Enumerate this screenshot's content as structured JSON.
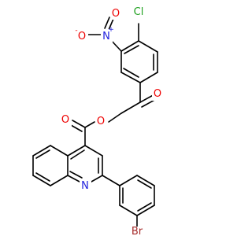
{
  "molecule": {
    "atoms": {
      "chlorine": "Cl",
      "nitro_nitrogen": "N",
      "nitro_plus": "+",
      "nitro_oxygen": "O",
      "nitro_minus": "-",
      "ketone_oxygen": "O",
      "ester_carbonyl_oxygen": "O",
      "ester_oxygen": "O",
      "ring_nitrogen": "N",
      "bromine": "Br"
    },
    "colors": {
      "bond": "#000000",
      "carbon_label": "#000000",
      "chlorine": "#1fa01f",
      "nitrogen": "#2020dd",
      "oxygen": "#ee0000",
      "bromine": "#a52a2a"
    }
  }
}
